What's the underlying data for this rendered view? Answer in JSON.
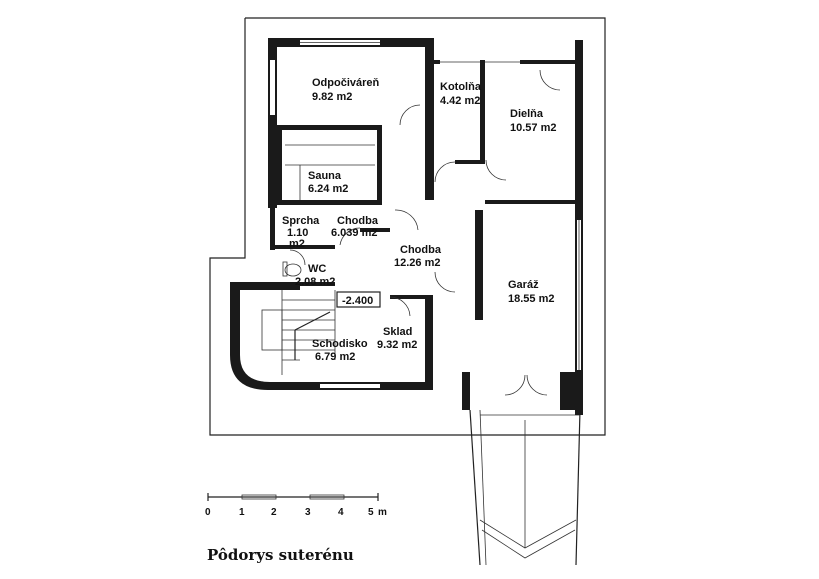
{
  "title": "Pôdorys suterénu",
  "level_marker": "-2.400",
  "rooms": [
    {
      "name": "Odpočiváreň",
      "area": "9.82 m2"
    },
    {
      "name": "Kotolňa",
      "area": "4.42 m2"
    },
    {
      "name": "Dielňa",
      "area": "10.57 m2"
    },
    {
      "name": "Sauna",
      "area": "6.24 m2"
    },
    {
      "name": "Sprcha",
      "area": "1.10",
      "area2": "m2"
    },
    {
      "name": "Chodba",
      "area": "6.039 m2"
    },
    {
      "name": "Chodba",
      "area": "12.26 m2"
    },
    {
      "name": "WC",
      "area": "2.08 m2"
    },
    {
      "name": "Garáž",
      "area": "18.55 m2"
    },
    {
      "name": "Sklad",
      "area": "9.32 m2"
    },
    {
      "name": "Schodisko",
      "area": "6.79 m2"
    }
  ],
  "scale": {
    "ticks": [
      "0",
      "1",
      "2",
      "3",
      "4",
      "5"
    ],
    "unit": "m"
  }
}
